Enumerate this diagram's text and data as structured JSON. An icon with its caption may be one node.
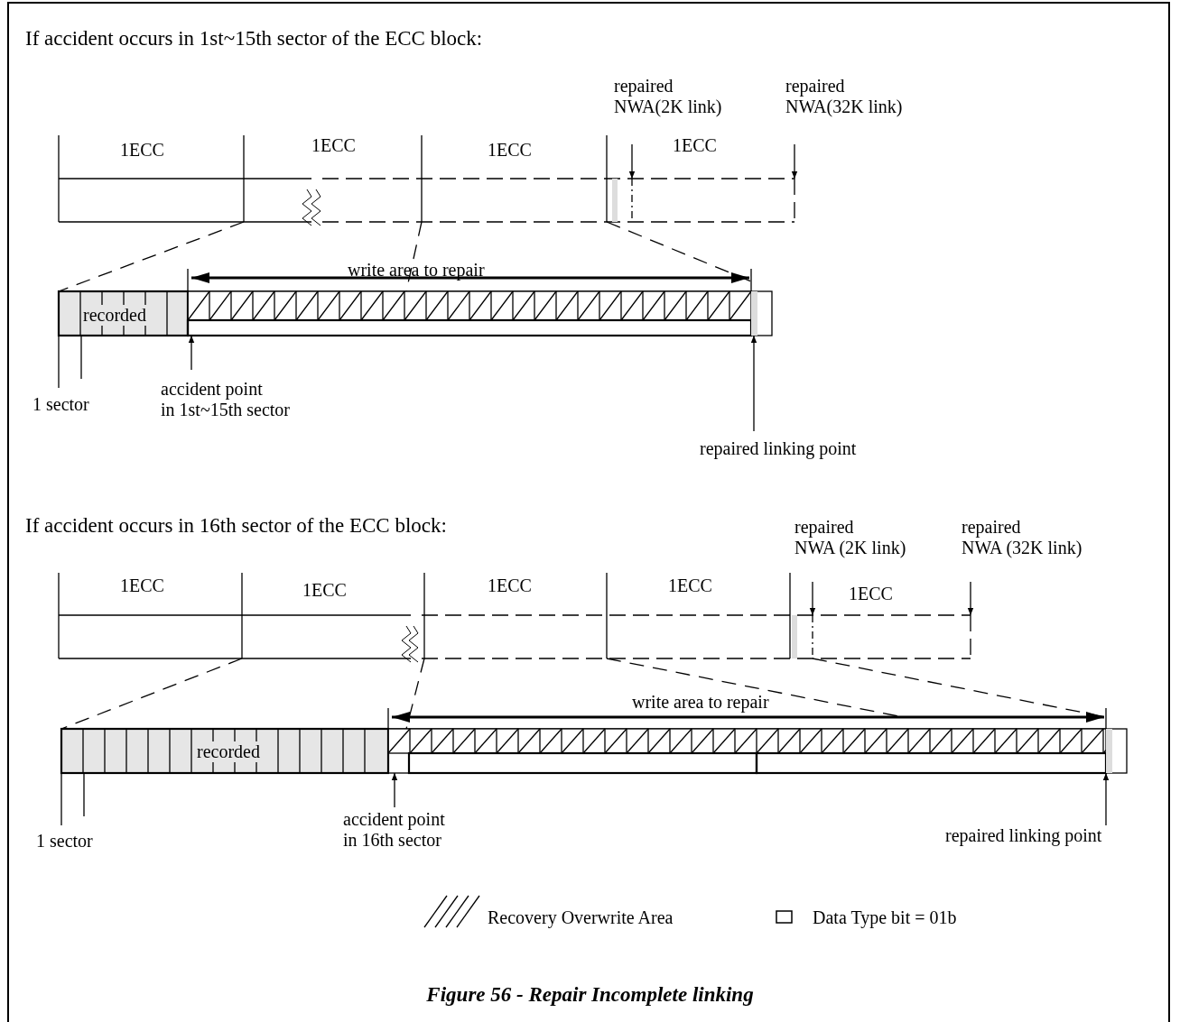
{
  "diagram": {
    "caption": "Figure 56 - Repair Incomplete linking",
    "labels": [
      "If accident occurs in 1st~15th sector of the ECC block:",
      "repaired NWA(2K link)",
      "repaired NWA(32K link)",
      "1ECC",
      "1ECC",
      "1ECC",
      "1ECC",
      "write area to repair",
      "recorded",
      "1 sector",
      "accident point in 1st~15th sector",
      "repaired linking point",
      "If accident occurs in 16th sector of the ECC block:",
      "repaired NWA (2K link)",
      "repaired NWA (32K link)",
      "1ECC",
      "1ECC",
      "1ECC",
      "1ECC",
      "1ECC",
      "write area to repair",
      "recorded",
      "1 sector",
      "accident point in 16th sector",
      "repaired linking point"
    ],
    "legend": [
      {
        "text": "Recovery Overwrite Area"
      },
      {
        "text": "Data Type bit = 01b"
      }
    ]
  }
}
